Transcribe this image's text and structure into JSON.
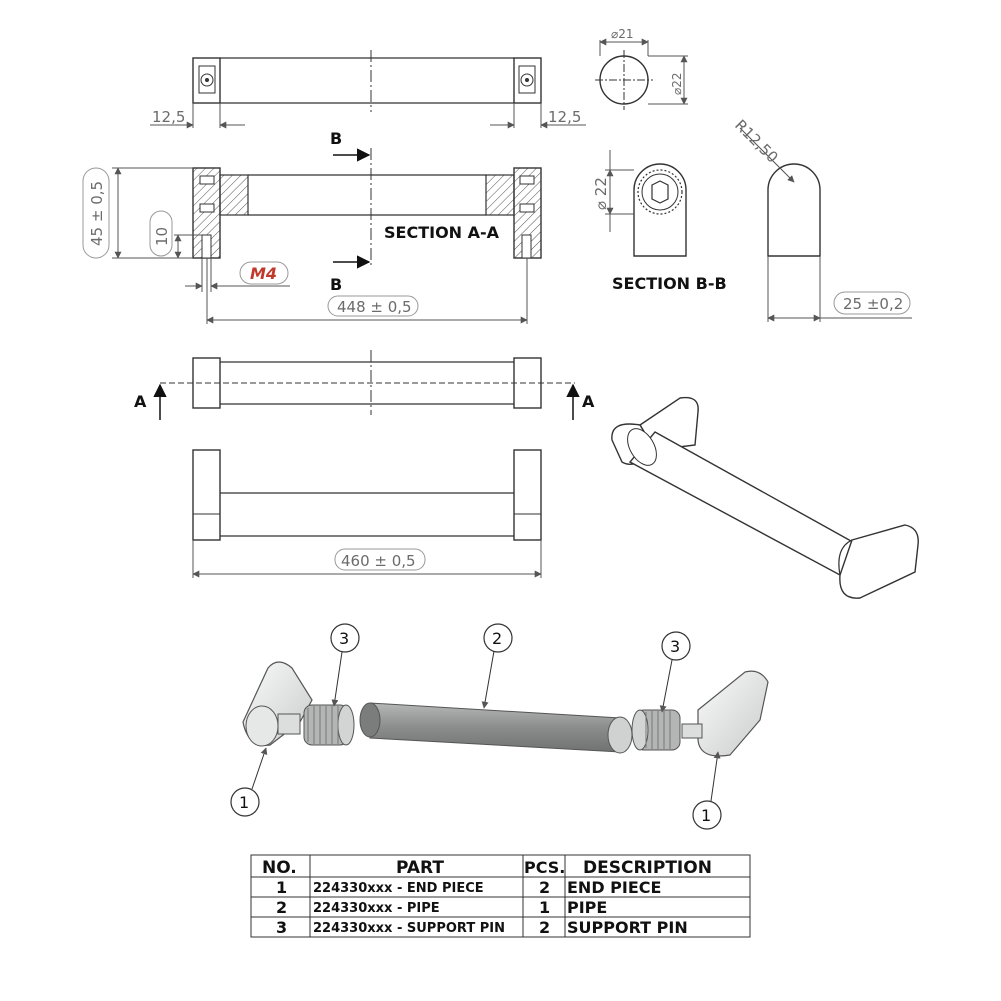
{
  "dimensions": {
    "top_left_offset": "12,5",
    "top_right_offset": "12,5",
    "overall_height": "45 ± 0,5",
    "pin_depth": "10",
    "thread": "M4",
    "center_distance": "448 ± 0,5",
    "overall_length": "460 ± 0,5",
    "pipe_diameter_top": "⌀21",
    "pipe_diameter_side": "⌀22",
    "section_diameter": "⌀ 22",
    "radius": "R12,50",
    "width": "25 ±0,2"
  },
  "labels": {
    "section_aa": "SECTION A-A",
    "section_bb": "SECTION B-B",
    "cut_b": "B",
    "cut_a": "A"
  },
  "balloons": [
    "1",
    "2",
    "3"
  ],
  "bom": {
    "headers": [
      "NO.",
      "PART",
      "PCS.",
      "DESCRIPTION"
    ],
    "rows": [
      [
        "1",
        "224330xxx - END PIECE",
        "2",
        "END PIECE"
      ],
      [
        "2",
        "224330xxx - PIPE",
        "1",
        "PIPE"
      ],
      [
        "3",
        "224330xxx - SUPPORT PIN",
        "2",
        "SUPPORT PIN"
      ]
    ]
  },
  "colors": {
    "thread_label": "#c0392b",
    "pipe": "#8a8d8c",
    "line": "#333333",
    "dim": "#6b6b6b"
  }
}
